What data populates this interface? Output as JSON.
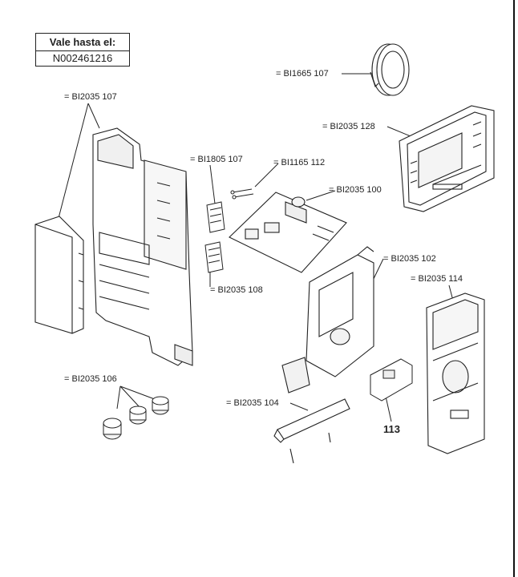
{
  "validity": {
    "title": "Vale hasta el:",
    "code": "N002461216"
  },
  "labels": {
    "bi1665_107": "= BI1665 107",
    "bi2035_107": "= BI2035 107",
    "bi2035_128": "= BI2035 128",
    "bi1805_107": "= BI1805 107",
    "bi1165_112": "= BI1165 112",
    "bi2035_100": "= BI2035 100",
    "bi2035_108": "= BI2035 108",
    "bi2035_102": "= BI2035 102",
    "bi2035_114": "= BI2035 114",
    "bi2035_106": "= BI2035 106",
    "bi2035_104": "= BI2035 104",
    "part_113": "113"
  }
}
